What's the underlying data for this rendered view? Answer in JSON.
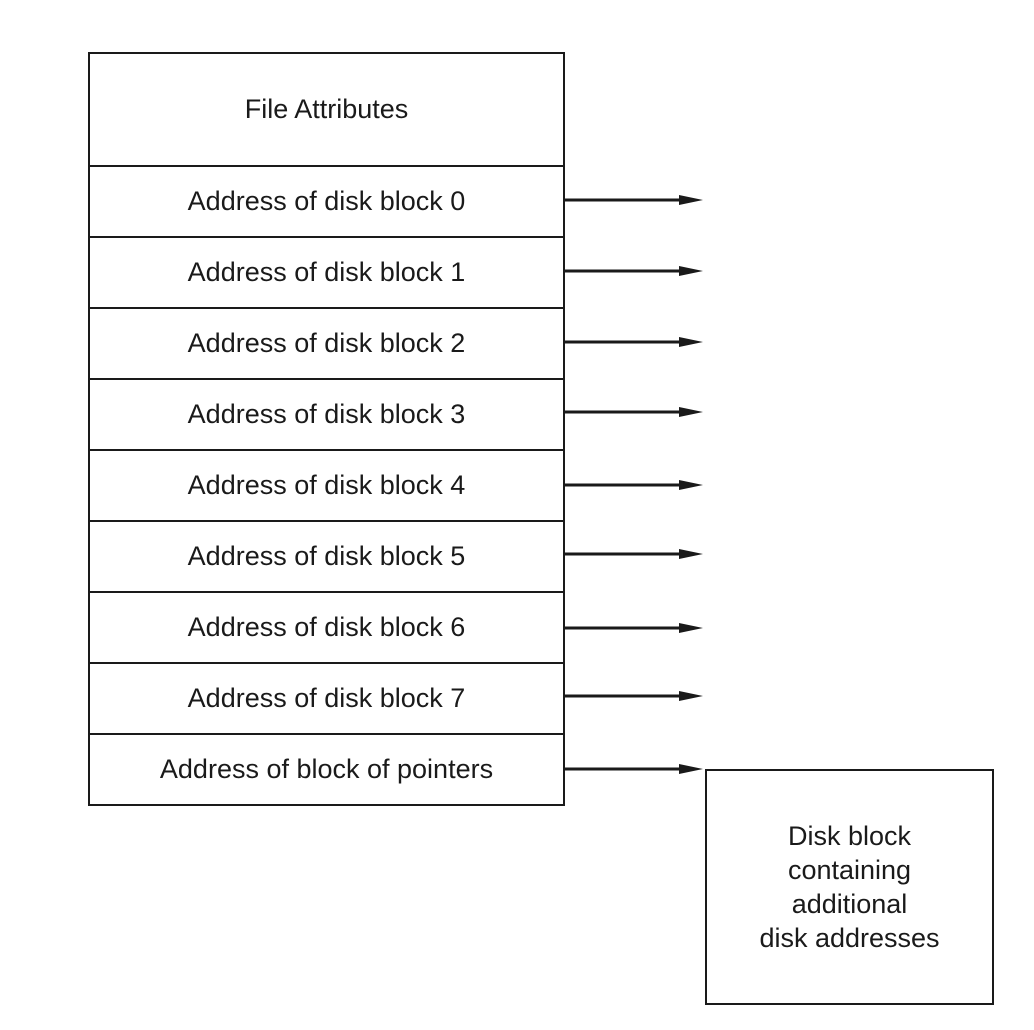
{
  "inode": {
    "attributes_label": "File Attributes",
    "addresses": [
      "Address of disk block 0",
      "Address of disk block 1",
      "Address of disk block 2",
      "Address of disk block 3",
      "Address of disk block 4",
      "Address of disk block 5",
      "Address of disk block 6",
      "Address of disk block 7"
    ],
    "pointer_block_label": "Address of block of pointers"
  },
  "indirect_block": {
    "lines": [
      "Disk block",
      "containing",
      "additional",
      "disk addresses"
    ]
  },
  "colors": {
    "stroke": "#1a1a1a",
    "background": "#ffffff"
  }
}
